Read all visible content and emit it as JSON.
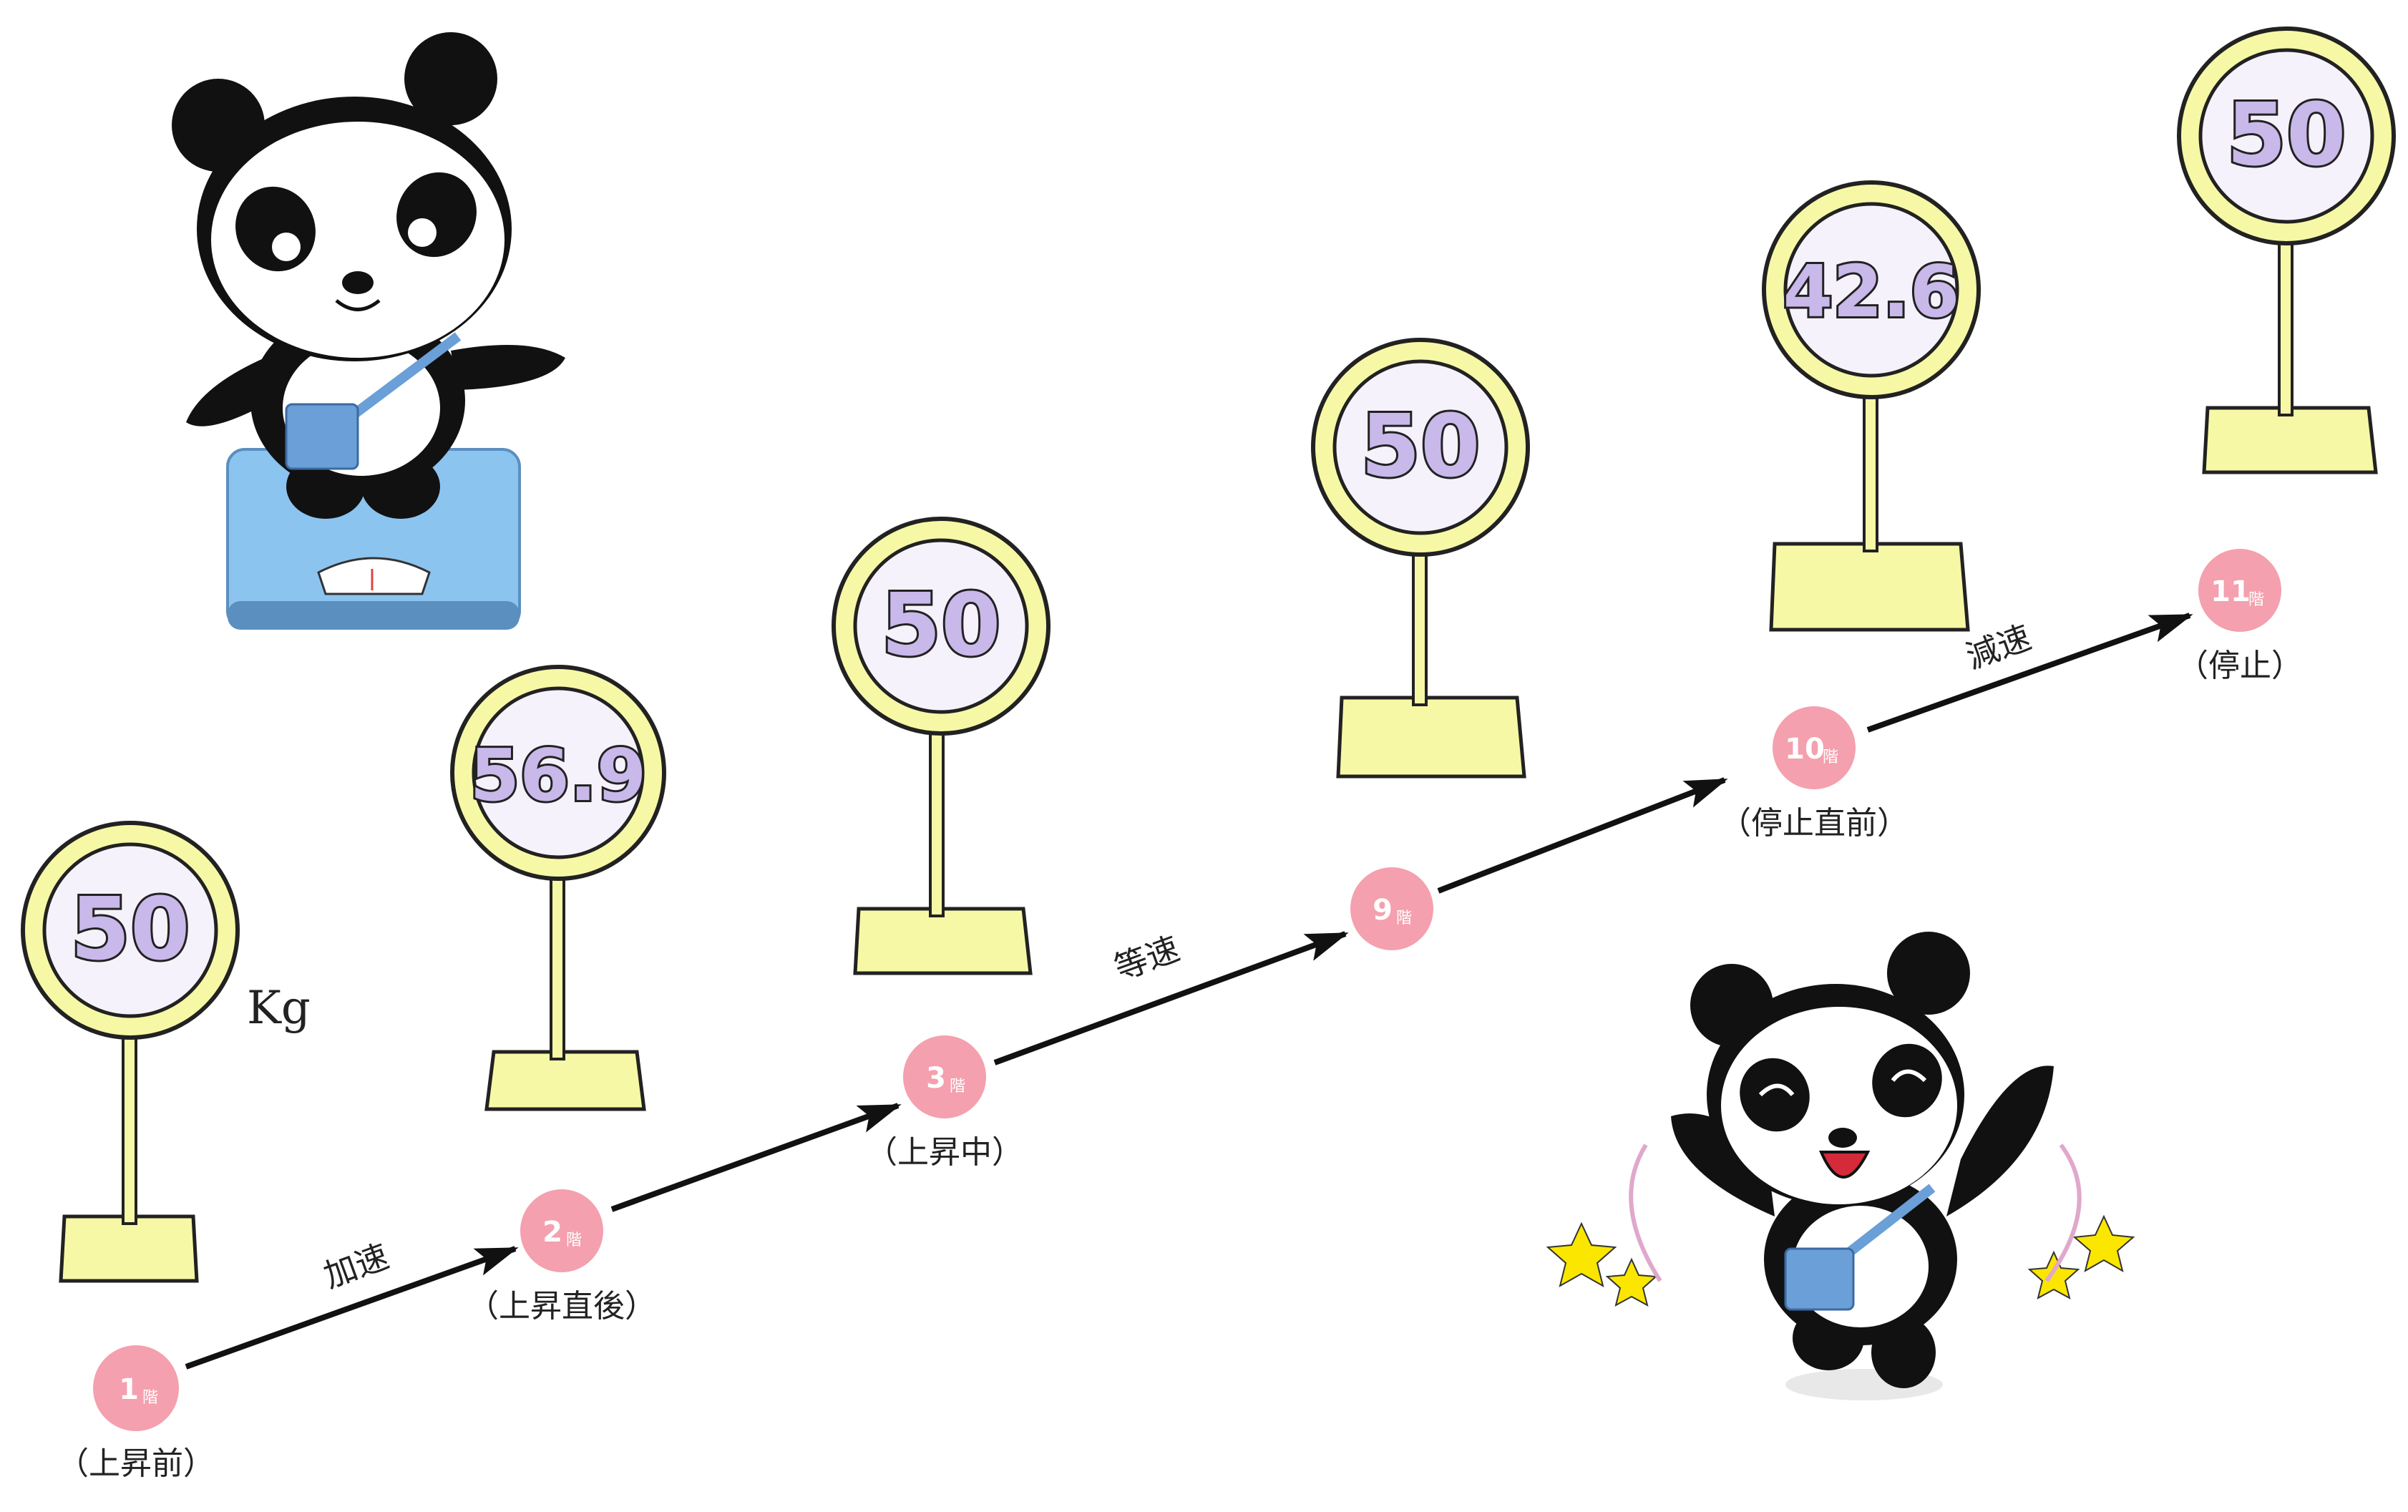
{
  "unit": "Kg",
  "floor_suffix": "階",
  "floors": [
    {
      "number": "1",
      "caption": "（上昇前）",
      "reading": "50"
    },
    {
      "number": "2",
      "caption": "（上昇直後）",
      "reading": "56.9"
    },
    {
      "number": "3",
      "caption": "（上昇中）",
      "reading": "50"
    },
    {
      "number": "9",
      "caption": "",
      "reading": "50"
    },
    {
      "number": "10",
      "caption": "（停止直前）",
      "reading": "42.6"
    },
    {
      "number": "11",
      "caption": "（停止）",
      "reading": "50"
    }
  ],
  "segments": [
    {
      "label": "加速"
    },
    {
      "label": "等速"
    },
    {
      "label": "減速"
    }
  ],
  "colors": {
    "floor_marker": "#f4a0ae",
    "dial_face": "#f6f8a6",
    "dial_digits": "#c9b8ea",
    "scale_body": "#8cc4f0",
    "line": "#111111"
  }
}
